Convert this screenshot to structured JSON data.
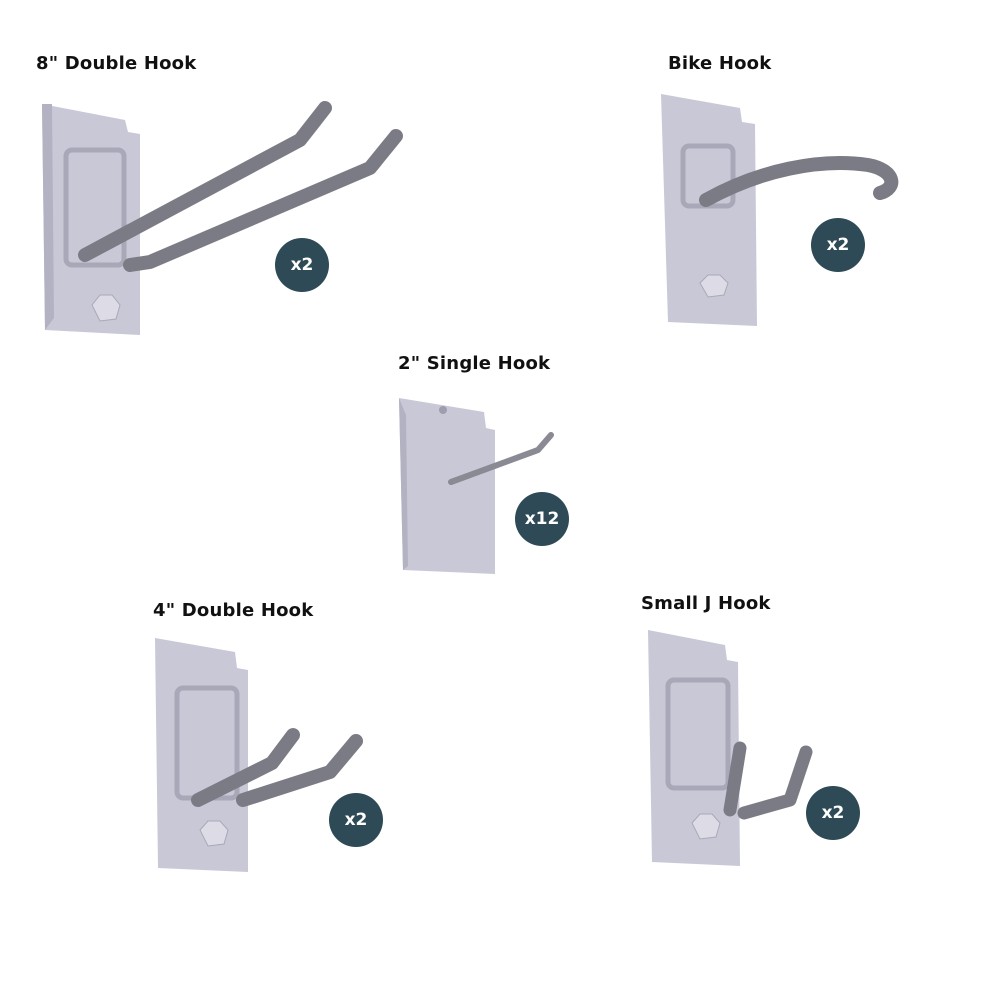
{
  "colors": {
    "badge": "#2e4a56",
    "plate": "#c9c8d6",
    "plate_shadow": "#b3b2c2",
    "hook": "#7b7b85",
    "hook_light": "#9a9aa4"
  },
  "products": [
    {
      "title": "8\" Double Hook",
      "quantity": "x2",
      "icon": "double-hook-8in"
    },
    {
      "title": "Bike Hook",
      "quantity": "x2",
      "icon": "bike-hook"
    },
    {
      "title": "2\" Single Hook",
      "quantity": "x12",
      "icon": "single-hook-2in"
    },
    {
      "title": "4\" Double Hook",
      "quantity": "x2",
      "icon": "double-hook-4in"
    },
    {
      "title": "Small J Hook",
      "quantity": "x2",
      "icon": "small-j-hook"
    }
  ]
}
